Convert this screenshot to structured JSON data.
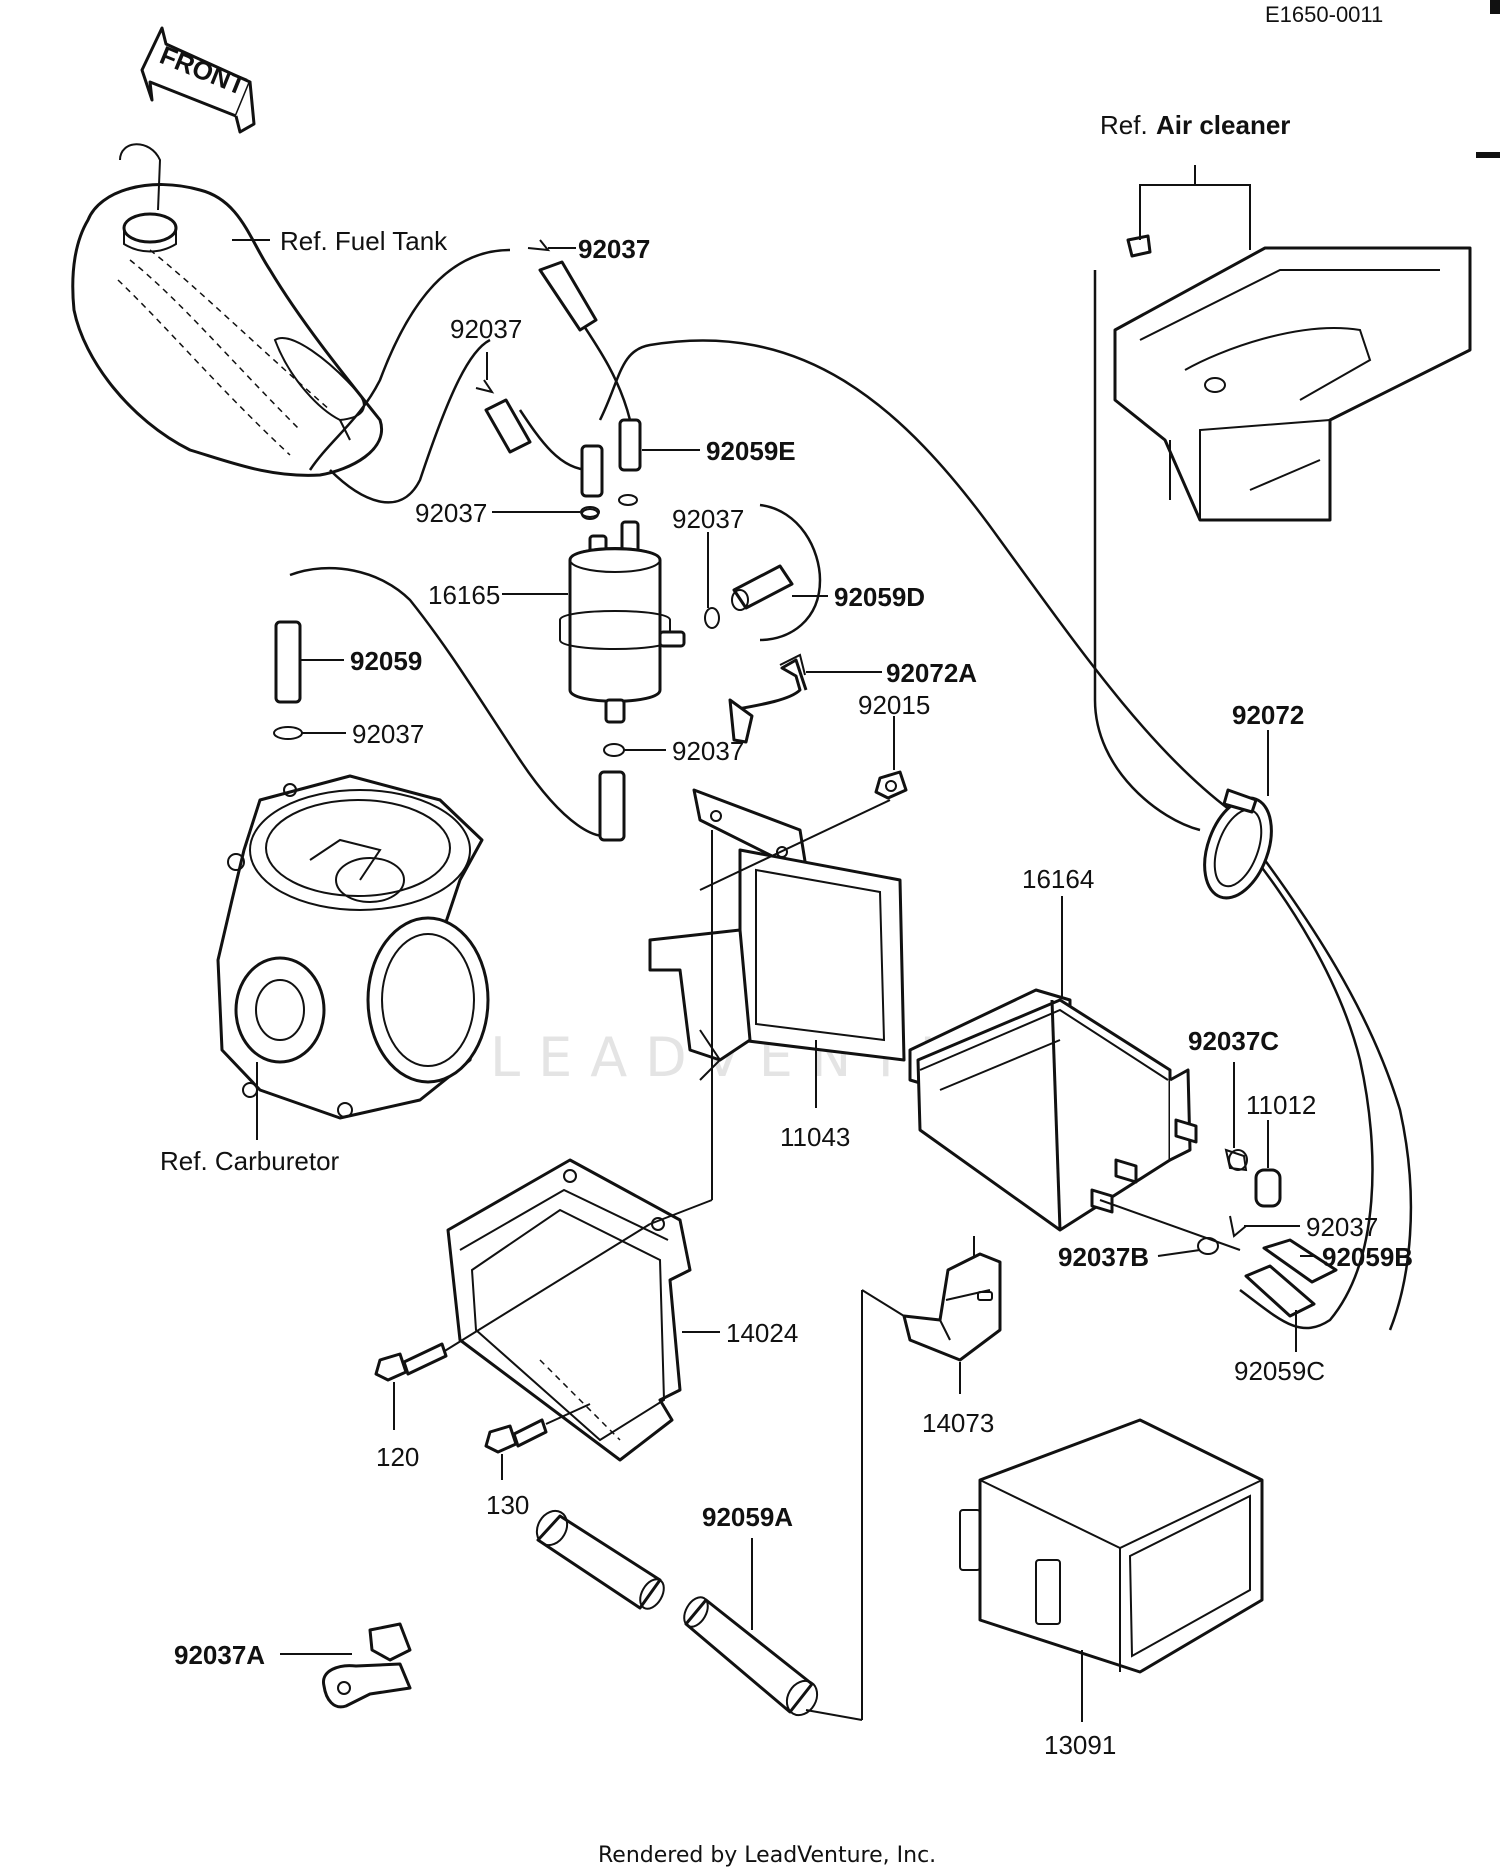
{
  "diagram_code": "E1650-0011",
  "front_arrow": "FRONT",
  "footer": "Rendered by LeadVenture, Inc.",
  "watermark": "LEADVENTURE",
  "references": {
    "fuel_tank": "Ref. Fuel Tank",
    "carburetor": "Ref. Carburetor",
    "air_cleaner_prefix": "Ref.",
    "air_cleaner_name": "Air cleaner"
  },
  "callouts": {
    "p92037_top": "92037",
    "p92037_hose": "92037",
    "p92059E": "92059E",
    "p92037_left": "92037",
    "p92037_right": "92037",
    "p16165": "16165",
    "p92059D": "92059D",
    "p92059": "92059",
    "p92072A": "92072A",
    "p92037_carb": "92037",
    "p92015": "92015",
    "p92037_filter": "92037",
    "p92072": "92072",
    "p16164": "16164",
    "p92037C": "92037C",
    "p11012": "11012",
    "p11043": "11043",
    "p92037_canister": "92037",
    "p92037B": "92037B",
    "p92059B": "92059B",
    "p14024": "14024",
    "p92059C": "92059C",
    "p14073": "14073",
    "p120": "120",
    "p130": "130",
    "p92059A": "92059A",
    "p92037A": "92037A",
    "p13091": "13091"
  }
}
